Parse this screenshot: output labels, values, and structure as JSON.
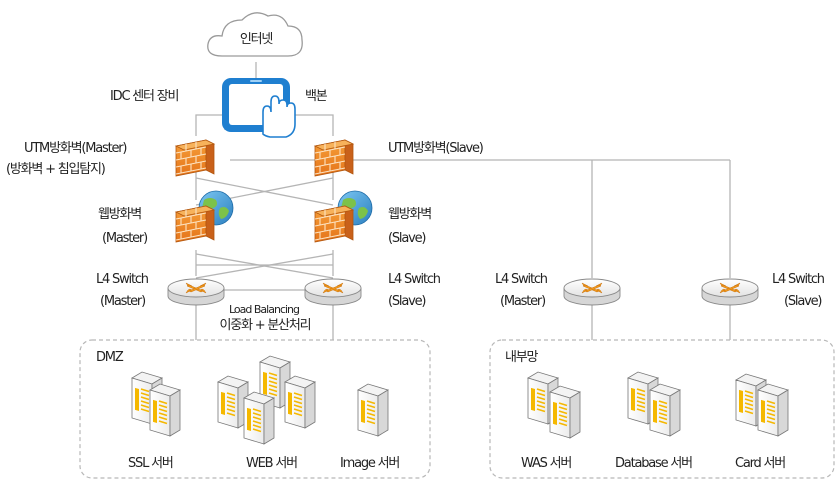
{
  "internet": {
    "label": "인터넷"
  },
  "idc": {
    "label": "IDC 센터 장비",
    "backbone": "백본"
  },
  "utm": {
    "master_title": "UTM방화벽(Master)",
    "master_sub": "(방화벽 + 침입탐지)",
    "slave_title": "UTM방화벽(Slave)"
  },
  "waf": {
    "title_left": "웹방화벽",
    "sub_left": "(Master)",
    "title_right": "웹방화벽",
    "sub_right": "(Slave)"
  },
  "l4": {
    "dmz_master_title": "L4 Switch",
    "dmz_master_sub": "(Master)",
    "dmz_slave_title": "L4 Switch",
    "dmz_slave_sub": "(Slave)",
    "int_master_title": "L4 Switch",
    "int_master_sub": "(Master)",
    "int_slave_title": "L4 Switch",
    "int_slave_sub": "(Slave)"
  },
  "load_balancing": {
    "line1": "Load Balancing",
    "line2": "이중화 + 분산처리"
  },
  "dmz": {
    "title": "DMZ",
    "ssl": "SSL 서버",
    "web": "WEB 서버",
    "image": "Image 서버"
  },
  "internal": {
    "title": "내부망",
    "was": "WAS 서버",
    "database": "Database 서버",
    "card": "Card 서버"
  },
  "colors": {
    "line": "#b5b5b5",
    "cloud_stroke": "#9a9a9a",
    "tablet_blue": "#1f7fd0",
    "brick_orange": "#f08a1e",
    "router_orange": "#f29a1d",
    "server_yellow": "#f5b800",
    "zone_border": "#b8b8b8"
  }
}
